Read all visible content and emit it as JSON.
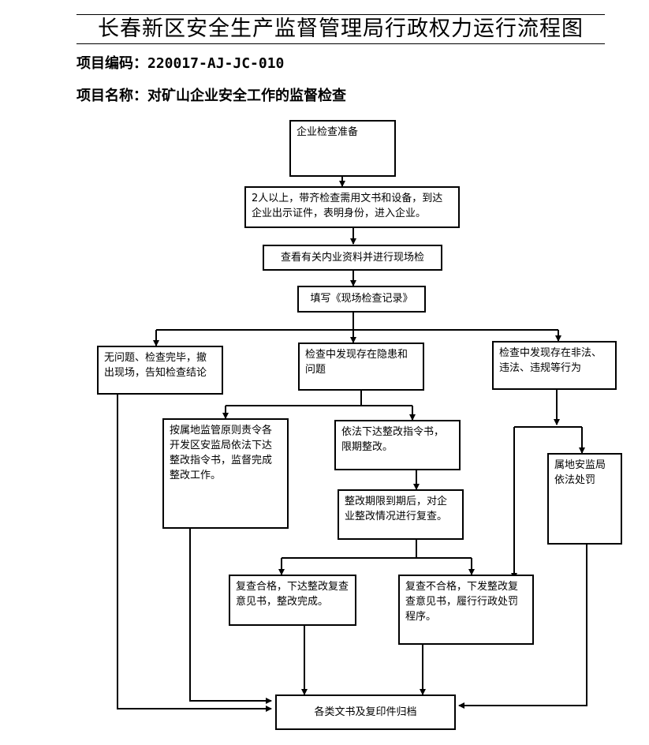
{
  "header": {
    "title": "长春新区安全生产监督管理局行政权力运行流程图",
    "code_label": "项目编码：",
    "code_value": "220017-AJ-JC-010",
    "name_label": "项目名称：",
    "name_value": "对矿山企业安全工作的监督检查"
  },
  "flow": {
    "prepare": "企业检查准备",
    "arrive": "2人以上，带齐检查需用文书和设备，到达企业出示证件，表明身份，进入企业。",
    "review_docs": "查看有关内业资料并进行现场检",
    "fill_record": "填写《现场检查记录》",
    "no_problem": "无问题、检查完毕，撤出现场，告知检查结论",
    "hazard_found": "检查中发现存在隐患和问题",
    "illegal_found": "检查中发现存在非法、违法、违规等行为",
    "territorial_order": "按属地监管原则责令各开发区安监局依法下达整改指令书，监督完成整改工作。",
    "rectify_order": "依法下达整改指令书，限期整改。",
    "recheck": "整改期限到期后，对企业整改情况进行复查。",
    "local_penalty": "属地安监局依法处罚",
    "recheck_pass": "复查合格，下达整改复查意见书，整改完成。",
    "recheck_fail": "复查不合格，下发整改复查意见书，履行行政处罚程序。",
    "archive": "各类文书及复印件归档"
  }
}
